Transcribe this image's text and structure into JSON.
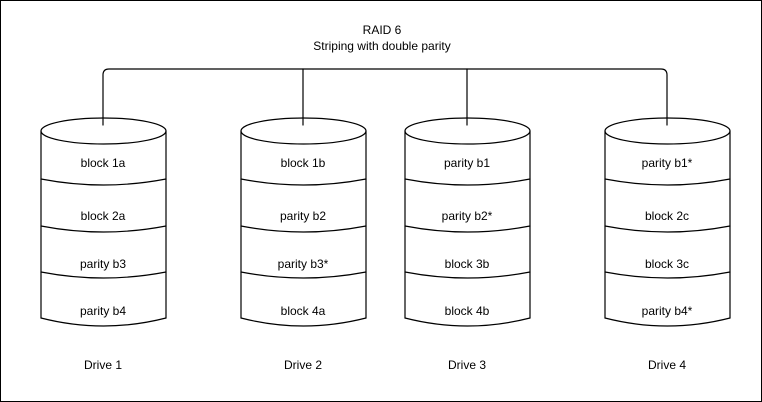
{
  "diagram": {
    "title_line1": "RAID 6",
    "title_line2": "Striping with double parity",
    "stroke_color": "#000000",
    "background_color": "#ffffff",
    "border_color": "#000000",
    "drives": [
      {
        "label": "Drive 1",
        "cells": [
          "block 1a",
          "block 2a",
          "parity b3",
          "parity b4"
        ]
      },
      {
        "label": "Drive 2",
        "cells": [
          "block 1b",
          "parity b2",
          "parity b3*",
          "block 4a"
        ]
      },
      {
        "label": "Drive 3",
        "cells": [
          "parity b1",
          "parity b2*",
          "block 3b",
          "block 4b"
        ]
      },
      {
        "label": "Drive 4",
        "cells": [
          "parity b1*",
          "block 2c",
          "block 3c",
          "parity b4*"
        ]
      }
    ]
  }
}
